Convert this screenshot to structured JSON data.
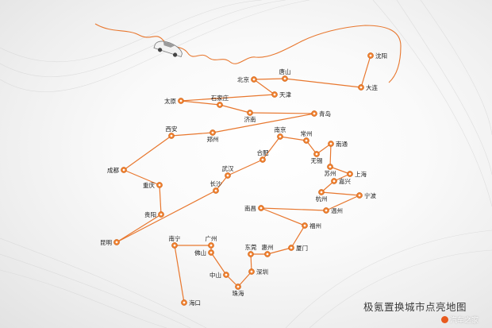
{
  "caption": "极氪置换城市点亮地图",
  "watermark": "汽车之家",
  "colors": {
    "route": "#e8772e",
    "marker_fill": "#ee7d2b",
    "marker_ring": "#ffffff",
    "text": "#222222"
  },
  "icons": {
    "car": "car-icon",
    "watermark": "autohome-logo-icon"
  },
  "cities": [
    {
      "id": "shenyang",
      "name": "沈阳"
    },
    {
      "id": "dalian",
      "name": "大连"
    },
    {
      "id": "tangshan",
      "name": "唐山"
    },
    {
      "id": "beijing",
      "name": "北京"
    },
    {
      "id": "tianjin",
      "name": "天津"
    },
    {
      "id": "taiyuan",
      "name": "太原"
    },
    {
      "id": "shijiazhuang",
      "name": "石家庄"
    },
    {
      "id": "jinan",
      "name": "济南"
    },
    {
      "id": "qingdao",
      "name": "青岛"
    },
    {
      "id": "zhengzhou",
      "name": "郑州"
    },
    {
      "id": "xian",
      "name": "西安"
    },
    {
      "id": "chengdu",
      "name": "成都"
    },
    {
      "id": "chongqing",
      "name": "重庆"
    },
    {
      "id": "guiyang",
      "name": "贵阳"
    },
    {
      "id": "kunming",
      "name": "昆明"
    },
    {
      "id": "changsha",
      "name": "长沙"
    },
    {
      "id": "wuhan",
      "name": "武汉"
    },
    {
      "id": "hefei",
      "name": "合肥"
    },
    {
      "id": "nanjing",
      "name": "南京"
    },
    {
      "id": "changzhou",
      "name": "常州"
    },
    {
      "id": "wuxi",
      "name": "无锡"
    },
    {
      "id": "nantong",
      "name": "南通"
    },
    {
      "id": "suzhou",
      "name": "苏州"
    },
    {
      "id": "shanghai",
      "name": "上海"
    },
    {
      "id": "jiaxing",
      "name": "嘉兴"
    },
    {
      "id": "hangzhou",
      "name": "杭州"
    },
    {
      "id": "ningbo",
      "name": "宁波"
    },
    {
      "id": "wenzhou",
      "name": "温州"
    },
    {
      "id": "nanchang",
      "name": "南昌"
    },
    {
      "id": "fuzhou",
      "name": "福州"
    },
    {
      "id": "xiamen",
      "name": "厦门"
    },
    {
      "id": "huizhou",
      "name": "惠州"
    },
    {
      "id": "dongguan",
      "name": "东莞"
    },
    {
      "id": "shenzhen",
      "name": "深圳"
    },
    {
      "id": "zhuhai",
      "name": "珠海"
    },
    {
      "id": "zhongshan",
      "name": "中山"
    },
    {
      "id": "foshan",
      "name": "佛山"
    },
    {
      "id": "guangzhou",
      "name": "广州"
    },
    {
      "id": "nanning",
      "name": "南宁"
    },
    {
      "id": "haikou",
      "name": "海口"
    }
  ]
}
